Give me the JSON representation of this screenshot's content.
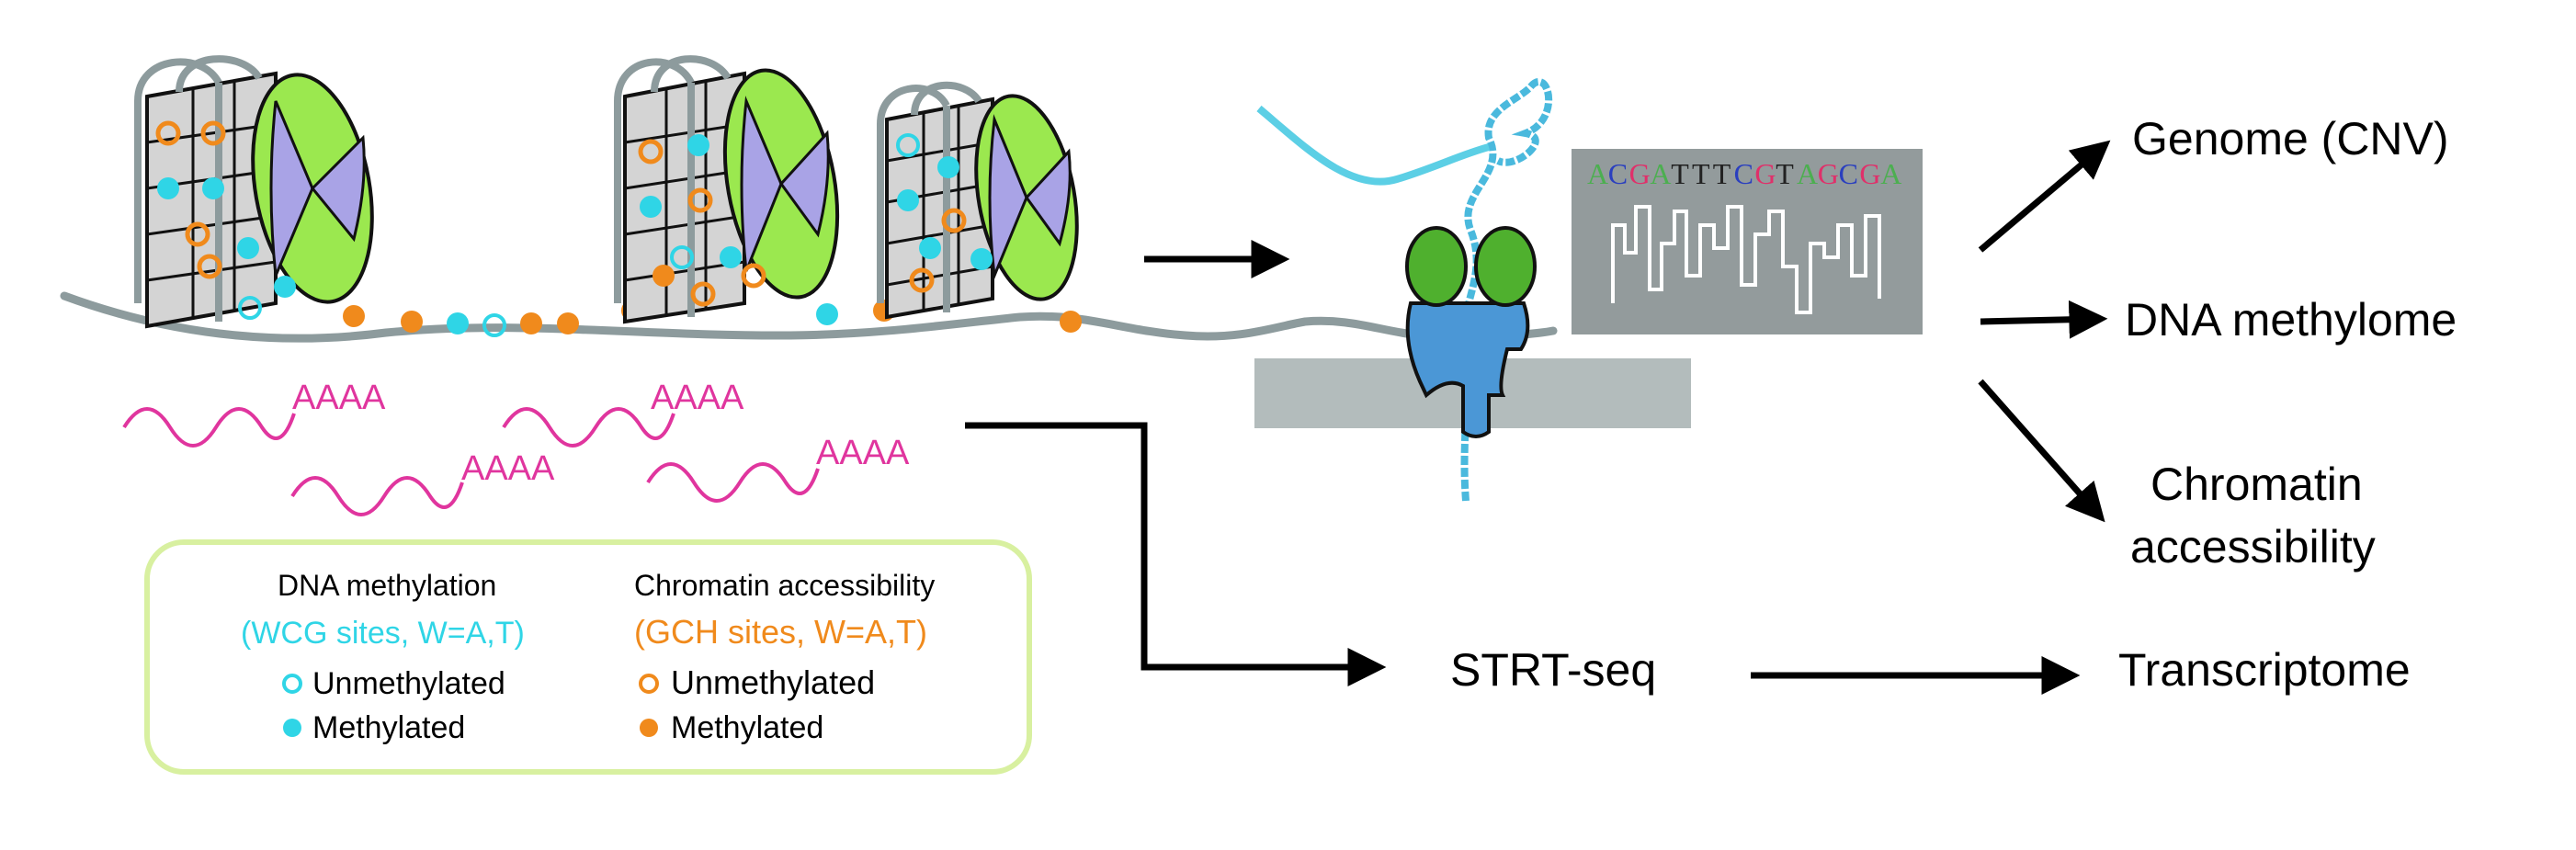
{
  "mrna": {
    "polyA": [
      "AAAA",
      "AAAA",
      "AAAA",
      "AAAA"
    ]
  },
  "sequence": {
    "letters": [
      "A",
      "C",
      "G",
      "A",
      "T",
      "T",
      "T",
      "C",
      "G",
      "T",
      "A",
      "G",
      "C",
      "G",
      "A"
    ]
  },
  "outputs": {
    "genome": "Genome (CNV)",
    "methylome": "DNA methylome",
    "chromatin_line1": "Chromatin",
    "chromatin_line2": "accessibility",
    "strt": "STRT-seq",
    "transcriptome": "Transcriptome"
  },
  "legend": {
    "dna_title": "DNA methylation",
    "dna_sites": "(WCG sites, W=A,T)",
    "dna_unmethylated": "Unmethylated",
    "dna_methylated": "Methylated",
    "acc_title": "Chromatin accessibility",
    "acc_sites": "(GCH sites, W=A,T)",
    "acc_unmethylated": "Unmethylated",
    "acc_methylated": "Methylated"
  },
  "colors": {
    "cyan": "#2fd5e6",
    "orange": "#f08a1c",
    "magenta": "#e0359e",
    "legend_border": "#d8f0a0",
    "nucleosome_green": "#9be84f",
    "nucleosome_purple": "#a9a3e6",
    "pore_green": "#4fb02e",
    "pore_blue": "#4b97d6",
    "membrane": "#b3bcbc",
    "seq_panel": "#939b9c",
    "base_A": "#4caf50",
    "base_C": "#2a3fbf",
    "base_G": "#e0306a",
    "base_T": "#222222"
  }
}
